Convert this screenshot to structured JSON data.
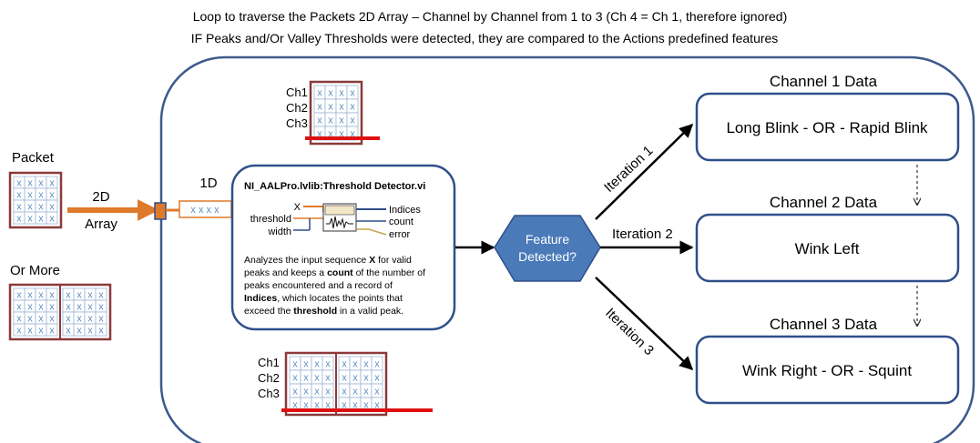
{
  "header": {
    "line1": "Loop to traverse the Packets 2D Array – Channel by Channel from 1 to 3 (Ch 4 = Ch 1, therefore ignored)",
    "line2": "IF Peaks and/Or Valley Thresholds were detected, they are compared to the Actions predefined features"
  },
  "left": {
    "packet_label": "Packet",
    "or_more_label": "Or More",
    "arrow_label_line1": "2D",
    "arrow_label_line2": "Array",
    "x_mark": "x"
  },
  "loop": {
    "one_d_label": "1D",
    "one_d_marks": "x x x x",
    "top_channels": [
      "Ch1",
      "Ch2",
      "Ch3"
    ],
    "bottom_channels": [
      "Ch1",
      "Ch2",
      "Ch3"
    ]
  },
  "detector": {
    "title": "NI_AALPro.lvlib:Threshold Detector.vi",
    "inputs": [
      "X",
      "threshold",
      "width"
    ],
    "outputs": [
      "Indices",
      "count",
      "error"
    ],
    "description": [
      [
        {
          "t": "Analyzes the input sequence ",
          "b": false
        },
        {
          "t": "X",
          "b": true
        },
        {
          "t": " for valid",
          "b": false
        }
      ],
      [
        {
          "t": "peaks and keeps a ",
          "b": false
        },
        {
          "t": "count",
          "b": true
        },
        {
          "t": " of the number of",
          "b": false
        }
      ],
      [
        {
          "t": "peaks encountered and a record of",
          "b": false
        }
      ],
      [
        {
          "t": "Indices",
          "b": true
        },
        {
          "t": ", which locates the points that",
          "b": false
        }
      ],
      [
        {
          "t": "exceed the ",
          "b": false
        },
        {
          "t": "threshold",
          "b": true
        },
        {
          "t": " in a valid peak.",
          "b": false
        }
      ]
    ]
  },
  "decision": {
    "line1": "Feature",
    "line2": "Detected?"
  },
  "iterations": [
    "Iteration 1",
    "Iteration 2",
    "Iteration 3"
  ],
  "channels": [
    {
      "title": "Channel 1 Data",
      "feature": "Long Blink - OR - Rapid Blink"
    },
    {
      "title": "Channel 2 Data",
      "feature": "Wink Left"
    },
    {
      "title": "Channel 3 Data",
      "feature": "Wink Right - OR - Squint"
    }
  ],
  "colors": {
    "loop_border": "#3c5a8c",
    "box_border": "#2f4f8a",
    "grid_border": "#8b3a3a",
    "cell_mark": "#5b8ec2",
    "orange": "#e07a2b",
    "red": "#e01010",
    "hexagon": "#4a7ab8"
  }
}
